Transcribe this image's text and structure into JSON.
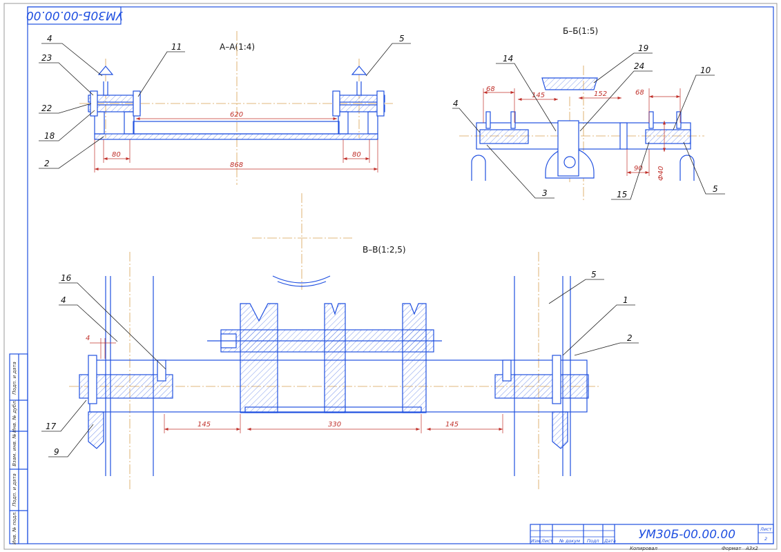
{
  "title_block": {
    "designation": "УМ30Б-00.00.00",
    "sheet_label": "Лист",
    "sheet_number": "2",
    "columns": [
      "Изм",
      "Лист",
      "№ докум",
      "Подп",
      "Дата"
    ],
    "copied_label": "Копировал",
    "format_label": "Формат",
    "format_value": "А3х2"
  },
  "corner_stamp": {
    "designation": "УМ30Б-00.00.00"
  },
  "side_stamp": [
    "Подп. и дата",
    "Инв. № дубл.",
    "Взам. инв. №",
    "Подп. и дата",
    "Инв. № подл."
  ],
  "views": {
    "aa": {
      "title": "А–А(1:4)",
      "labels": [
        "4",
        "23",
        "22",
        "18",
        "2",
        "11",
        "5"
      ],
      "dims": [
        "620",
        "80",
        "80",
        "868"
      ]
    },
    "bb": {
      "title": "Б–Б(1:5)",
      "labels": [
        "14",
        "19",
        "24",
        "10",
        "4",
        "3",
        "15",
        "5"
      ],
      "dims": [
        "68",
        "145",
        "152",
        "68",
        "90",
        "Ф40"
      ]
    },
    "vv": {
      "title": "В–В(1:2,5)",
      "labels": [
        "16",
        "4",
        "5",
        "1",
        "2",
        "17",
        "9"
      ],
      "dims": [
        "4",
        "145",
        "330",
        "145"
      ]
    }
  }
}
